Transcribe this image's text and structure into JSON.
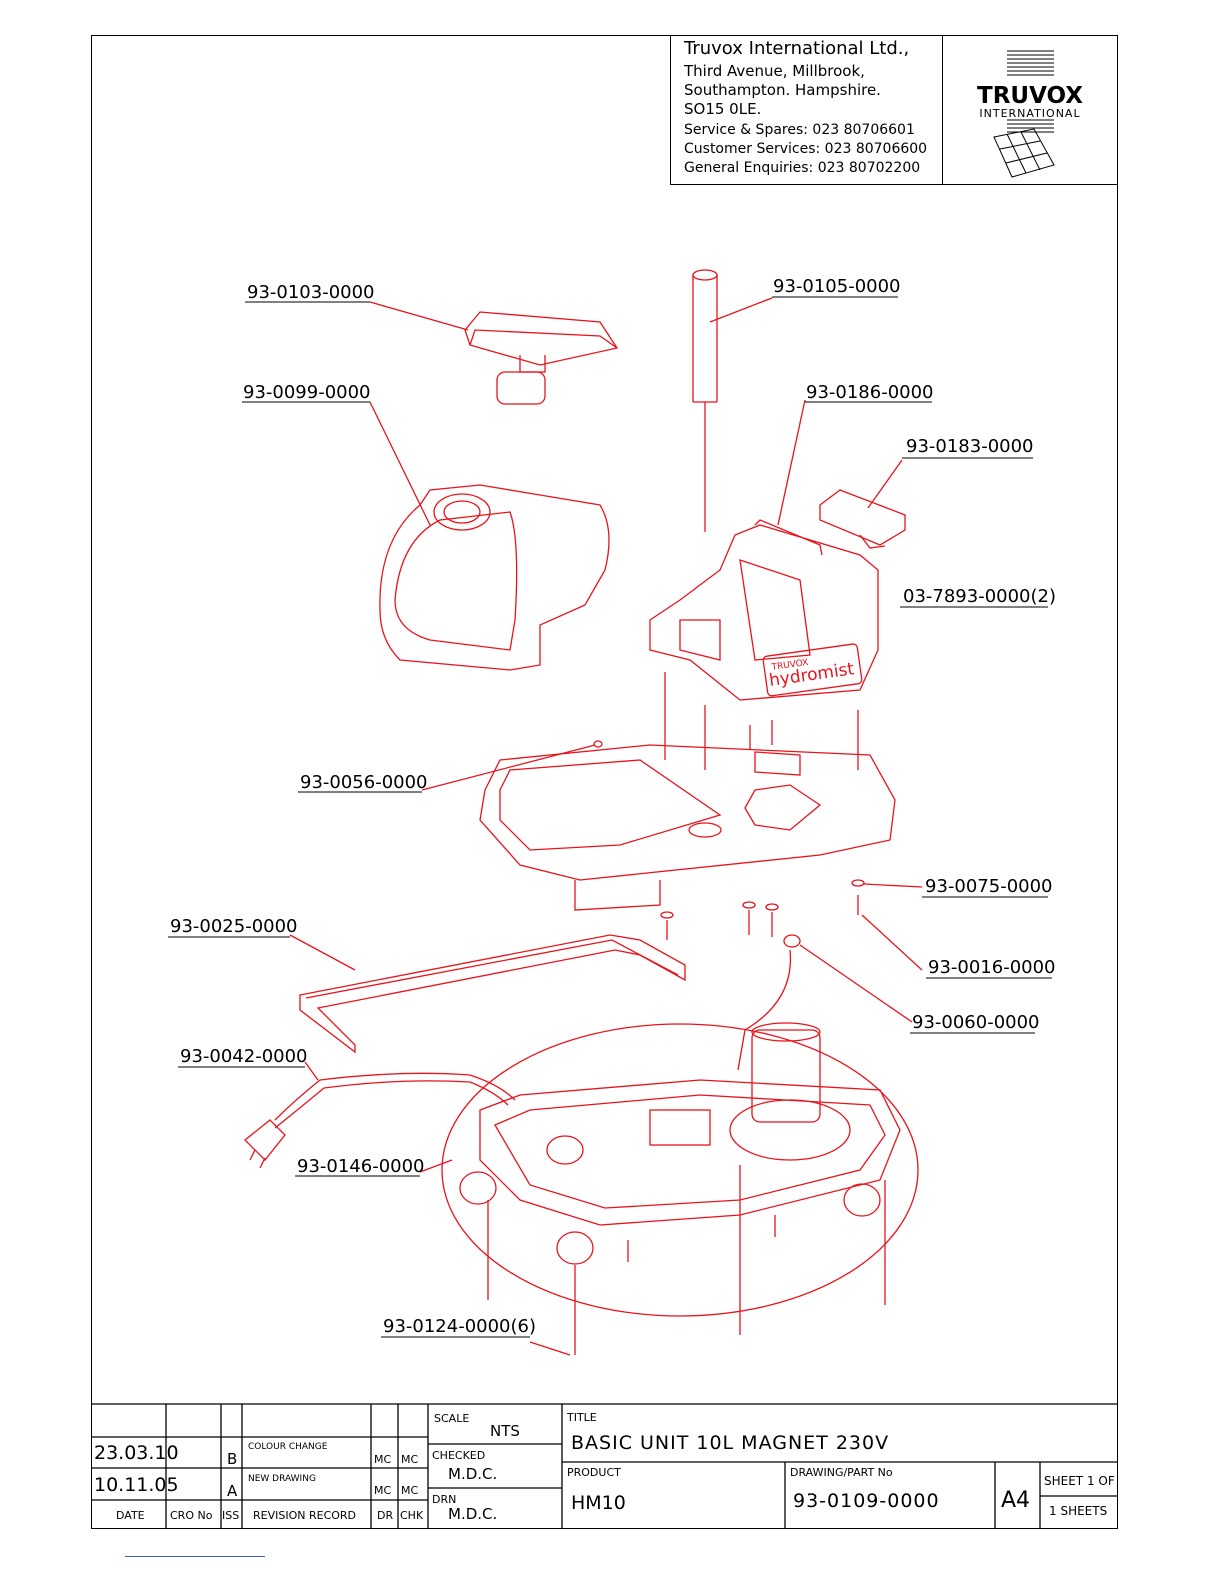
{
  "header": {
    "company": "Truvox International Ltd.,",
    "address_lines": [
      "Third Avenue, Millbrook,",
      "Southampton. Hampshire.",
      "SO15 0LE."
    ],
    "contacts": [
      "Service & Spares: 023 80706601",
      "Customer Services: 023 80706600",
      "General Enquiries: 023 80702200"
    ]
  },
  "logo": {
    "wordmark": "TRUVOX",
    "subtext": "INTERNATIONAL"
  },
  "decal": {
    "brand": "TRUVOX",
    "name": "hydromist"
  },
  "part_labels": [
    "93-0103-0000",
    "93-0105-0000",
    "93-0099-0000",
    "93-0186-0000",
    "93-0183-0000",
    "03-7893-0000(2)",
    "93-0056-0000",
    "93-0075-0000",
    "93-0025-0000",
    "93-0016-0000",
    "93-0060-0000",
    "93-0042-0000",
    "93-0146-0000",
    "93-0124-0000(6)"
  ],
  "title_block": {
    "revisions": [
      {
        "date": "23.03.10",
        "iss": "B",
        "record": "COLOUR CHANGE",
        "dr": "MC",
        "chk": "MC"
      },
      {
        "date": "10.11.05",
        "iss": "A",
        "record": "NEW DRAWING",
        "dr": "MC",
        "chk": "MC"
      }
    ],
    "col_headers": {
      "date": "DATE",
      "cro": "CRO No",
      "iss": "ISS",
      "record": "REVISION RECORD",
      "dr": "DR",
      "chk": "CHK"
    },
    "scale_label": "SCALE",
    "scale": "NTS",
    "checked_label": "CHECKED",
    "checked": "M.D.C.",
    "drn_label": "DRN",
    "drn": "M.D.C.",
    "title_label": "TITLE",
    "title": "BASIC UNIT 10L MAGNET 230V",
    "product_label": "PRODUCT",
    "product": "HM10",
    "drawing_label": "DRAWING/PART No",
    "drawing_no": "93-0109-0000",
    "size": "A4",
    "sheet_label": "SHEET 1 OF",
    "sheets": "1 SHEETS"
  },
  "colors": {
    "ink": "#000000",
    "drawing": "#e8131b",
    "link": "#3b5bdb"
  }
}
